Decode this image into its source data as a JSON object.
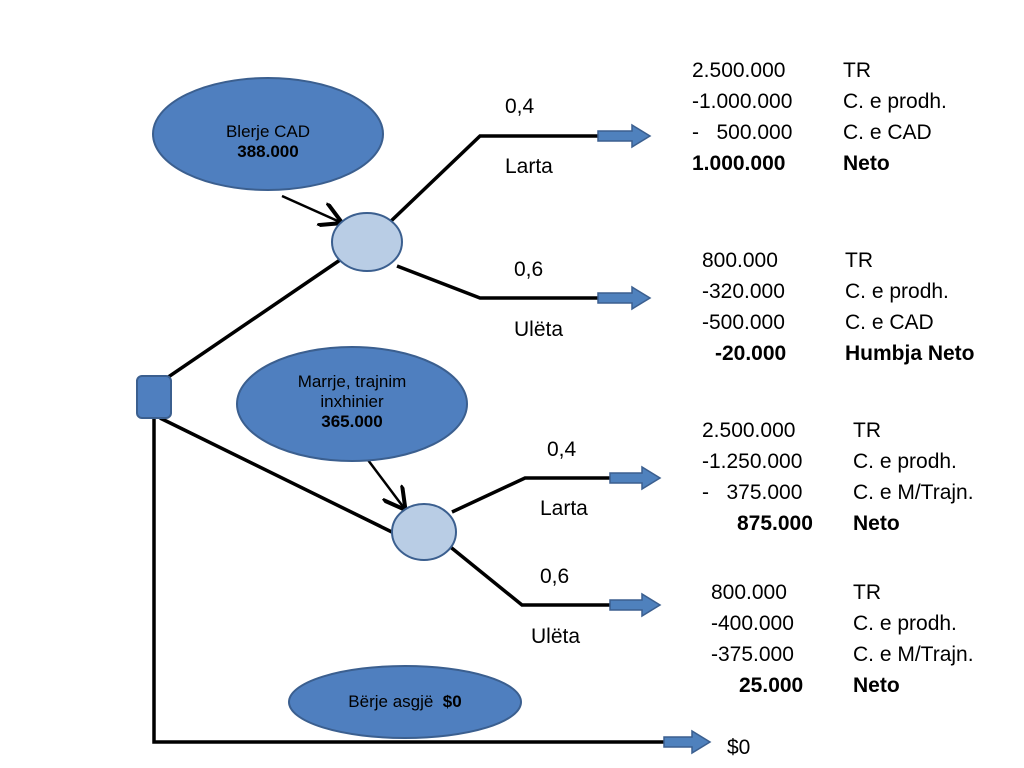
{
  "colors": {
    "bubble_fill": "#4f7fbf",
    "bubble_stroke": "#3b5f8f",
    "chance_node_fill": "#b9cde5",
    "line": "#000000",
    "arrow_fill": "#4f81bd"
  },
  "decision": {
    "options": [
      {
        "name": "Blerje CAD",
        "cost": "388.000"
      },
      {
        "name_line1": "Marrje, trajnim",
        "name_line2": "inxhinier",
        "cost": "365.000"
      },
      {
        "name": "Bërje asgjë",
        "cost": "$0"
      }
    ]
  },
  "branches": {
    "cad_high": {
      "prob": "0,4",
      "label": "Larta"
    },
    "cad_low": {
      "prob": "0,6",
      "label": "Ulëta"
    },
    "eng_high": {
      "prob": "0,4",
      "label": "Larta"
    },
    "eng_low": {
      "prob": "0,6",
      "label": "Ulëta"
    }
  },
  "outcomes": {
    "cad_high": [
      {
        "value": "2.500.000",
        "label": "TR"
      },
      {
        "value": "-1.000.000",
        "label": "C. e prodh."
      },
      {
        "value": "-   500.000",
        "label": "C. e CAD"
      },
      {
        "value": "1.000.000",
        "label": "Neto"
      }
    ],
    "cad_low": [
      {
        "value": "800.000",
        "label": "TR"
      },
      {
        "value": "-320.000",
        "label": "C. e prodh."
      },
      {
        "value": "-500.000",
        "label": "C. e CAD"
      },
      {
        "value": "-20.000",
        "label": "Humbja Neto"
      }
    ],
    "eng_high": [
      {
        "value": "2.500.000",
        "label": "TR"
      },
      {
        "value": "-1.250.000",
        "label": "C. e prodh."
      },
      {
        "value": "-   375.000",
        "label": "C. e M/Trajn."
      },
      {
        "value": "875.000",
        "label": "Neto"
      }
    ],
    "eng_low": [
      {
        "value": "800.000",
        "label": "TR"
      },
      {
        "value": "-400.000",
        "label": "C. e prodh."
      },
      {
        "value": "-375.000",
        "label": "C. e M/Trajn."
      },
      {
        "value": "25.000",
        "label": "Neto"
      }
    ],
    "nothing": "$0"
  }
}
